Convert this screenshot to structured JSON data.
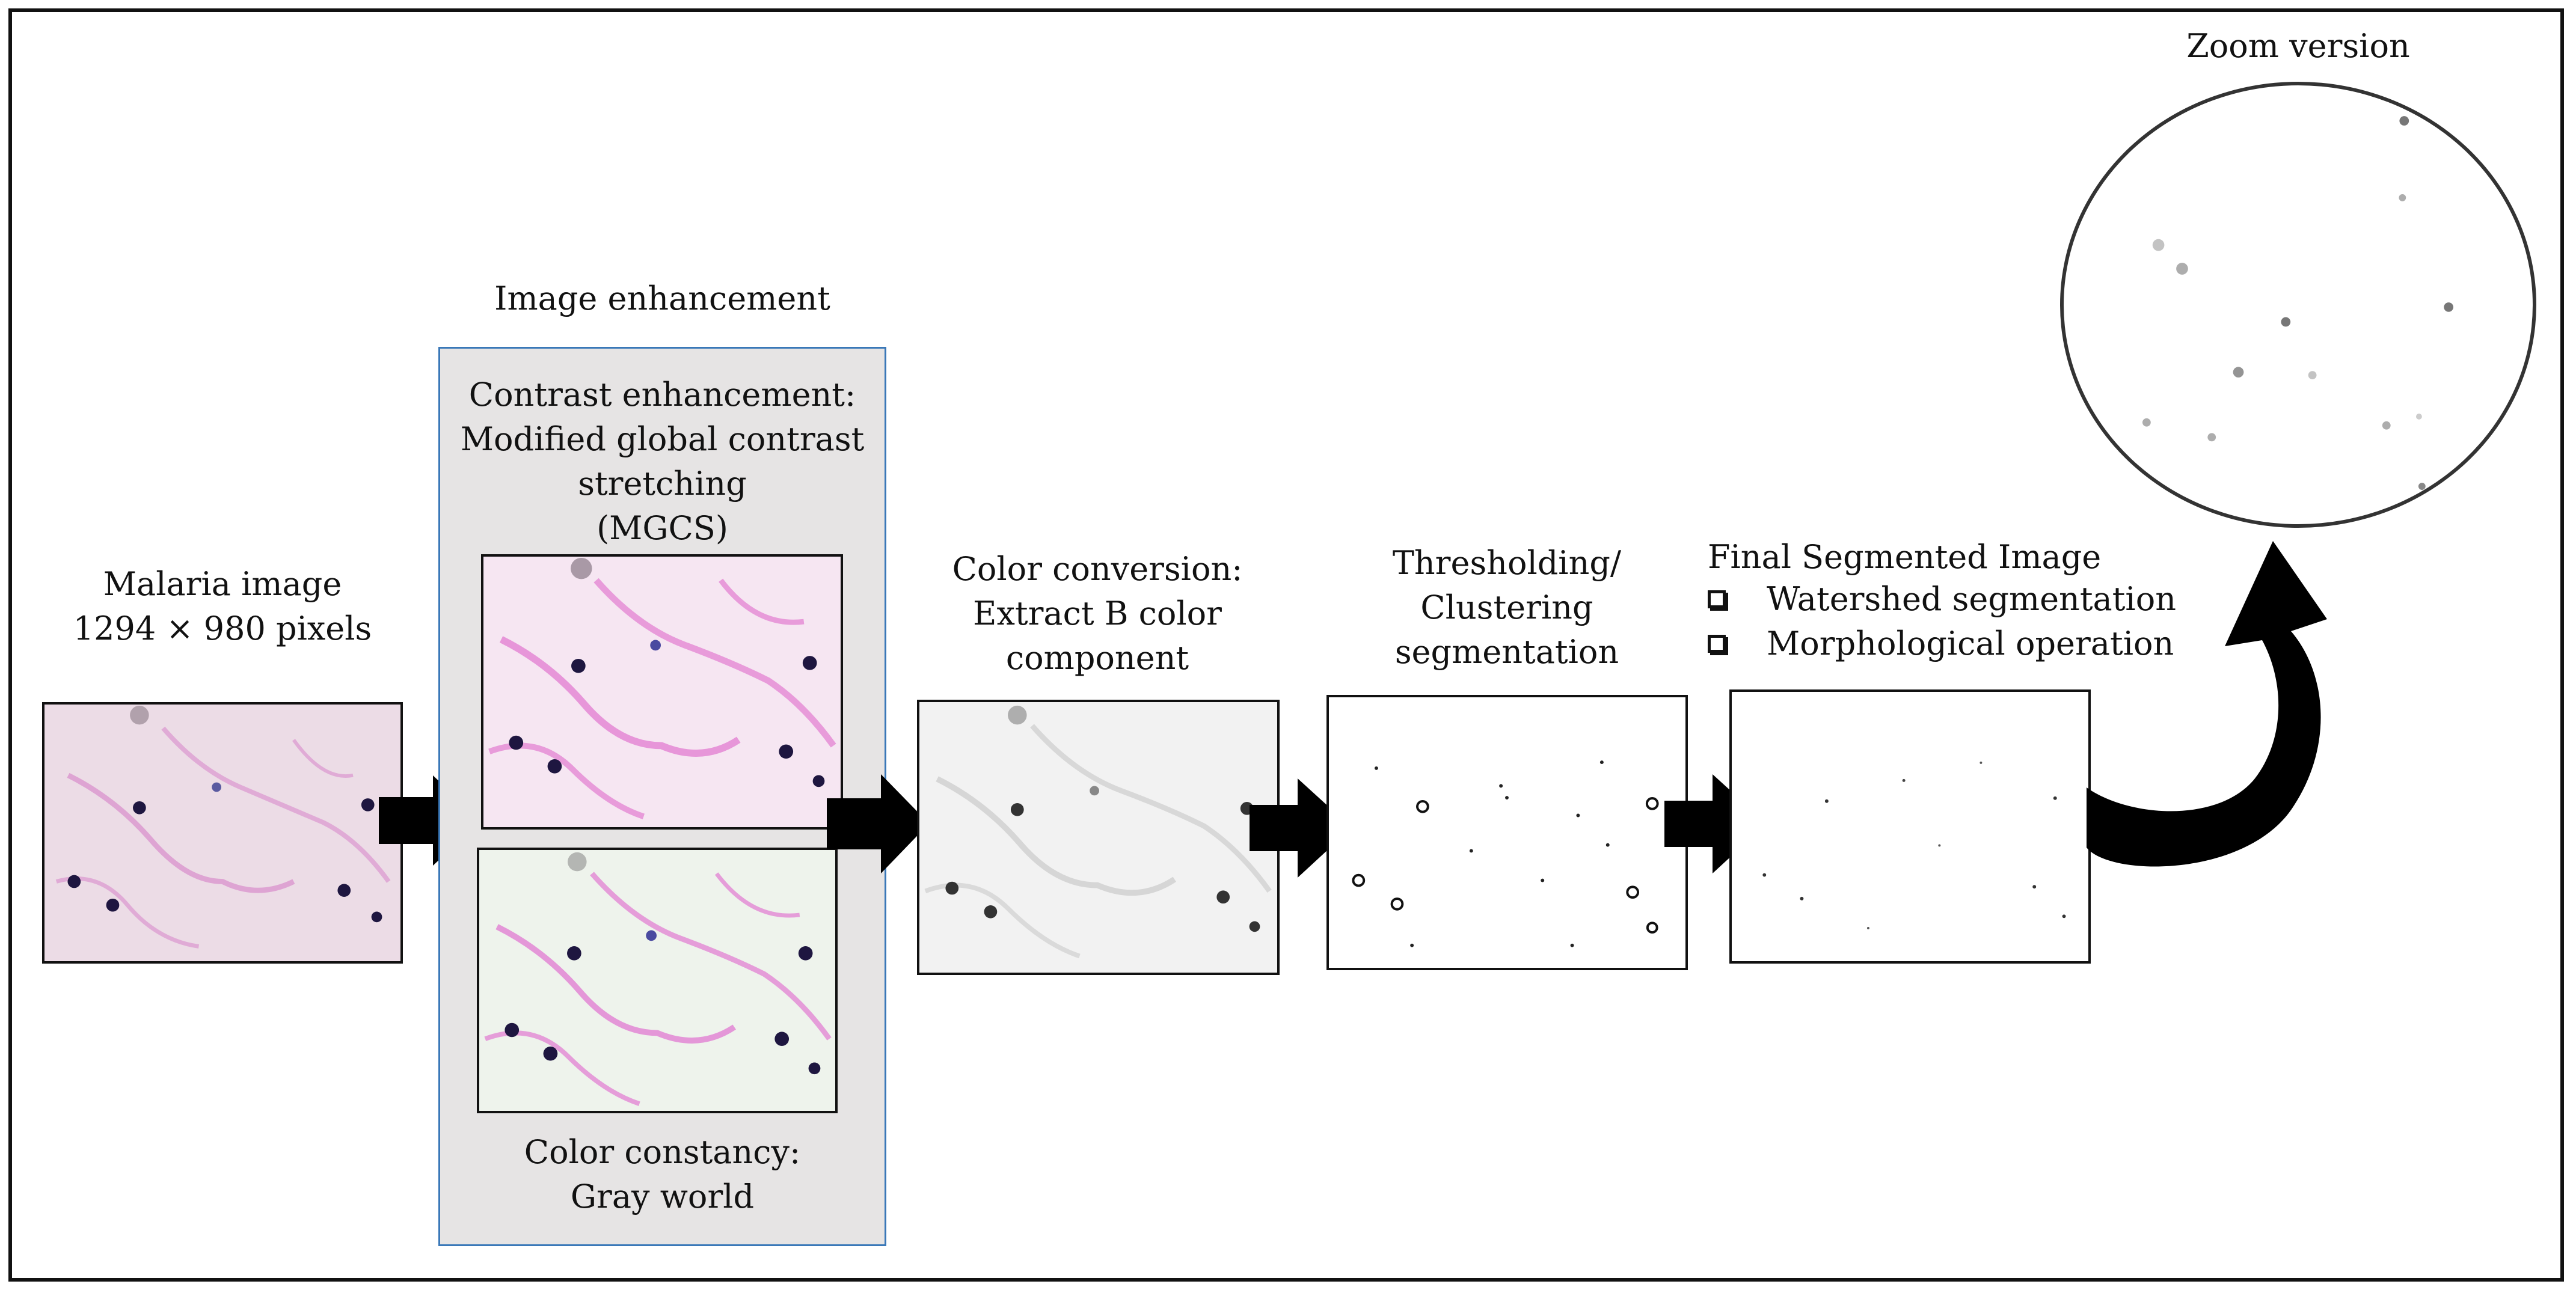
{
  "diagram": {
    "malaria_title": "Malaria image",
    "malaria_size": "1294 × 980 pixels",
    "enhancement_title": "Image enhancement",
    "contrast_line1": "Contrast enhancement:",
    "contrast_line2": "Modified global contrast",
    "contrast_line3": "stretching",
    "contrast_line4": "(MGCS)",
    "constancy_line1": "Color constancy:",
    "constancy_line2": "Gray world",
    "conversion_line1": "Color conversion:",
    "conversion_line2": "Extract B color",
    "conversion_line3": "component",
    "threshold_line1": "Thresholding/",
    "threshold_line2": "Clustering",
    "threshold_line3": "segmentation",
    "final_title": "Final Segmented Image",
    "final_items": [
      "Watershed segmentation",
      "Morphological operation"
    ],
    "zoom_title": "Zoom version"
  },
  "icons": {
    "flow_arrow": "block-arrow-right-icon",
    "curved_arrow": "curved-arrow-icon",
    "checkbox": "checkbox-icon"
  },
  "colors": {
    "panel_fill": "#e6e4e4",
    "panel_border": "#3a78b8",
    "stain_pink": "#d77fc9",
    "cell_dark": "#1e1640"
  }
}
